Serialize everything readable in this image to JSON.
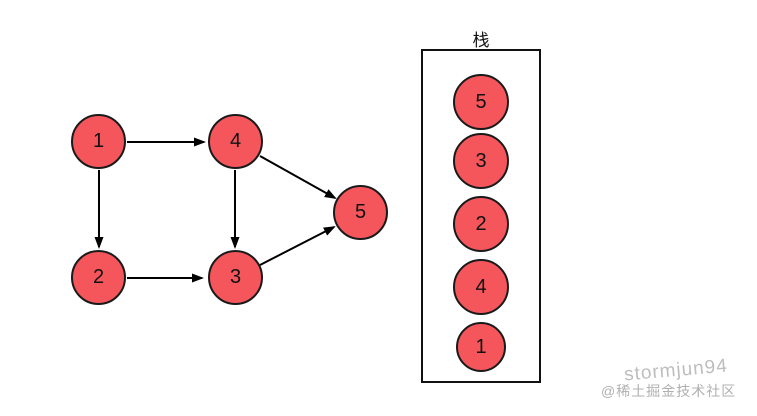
{
  "graph": {
    "nodes": [
      {
        "id": "1",
        "label": "1"
      },
      {
        "id": "4",
        "label": "4"
      },
      {
        "id": "2",
        "label": "2"
      },
      {
        "id": "3",
        "label": "3"
      },
      {
        "id": "5",
        "label": "5"
      }
    ],
    "edges": [
      {
        "from": "1",
        "to": "4"
      },
      {
        "from": "1",
        "to": "2"
      },
      {
        "from": "4",
        "to": "3"
      },
      {
        "from": "2",
        "to": "3"
      },
      {
        "from": "4",
        "to": "5"
      },
      {
        "from": "3",
        "to": "5"
      }
    ]
  },
  "stack": {
    "title": "栈",
    "items_top_to_bottom": [
      "5",
      "3",
      "2",
      "4",
      "1"
    ]
  },
  "watermark": {
    "username": "stormjun94",
    "community": "@稀土掘金技术社区"
  },
  "colors": {
    "node_fill": "#f4565c",
    "node_border": "#1a1a1a",
    "arrow": "#000000",
    "background": "#ffffff",
    "watermark_gray": "#bdbdbd"
  }
}
